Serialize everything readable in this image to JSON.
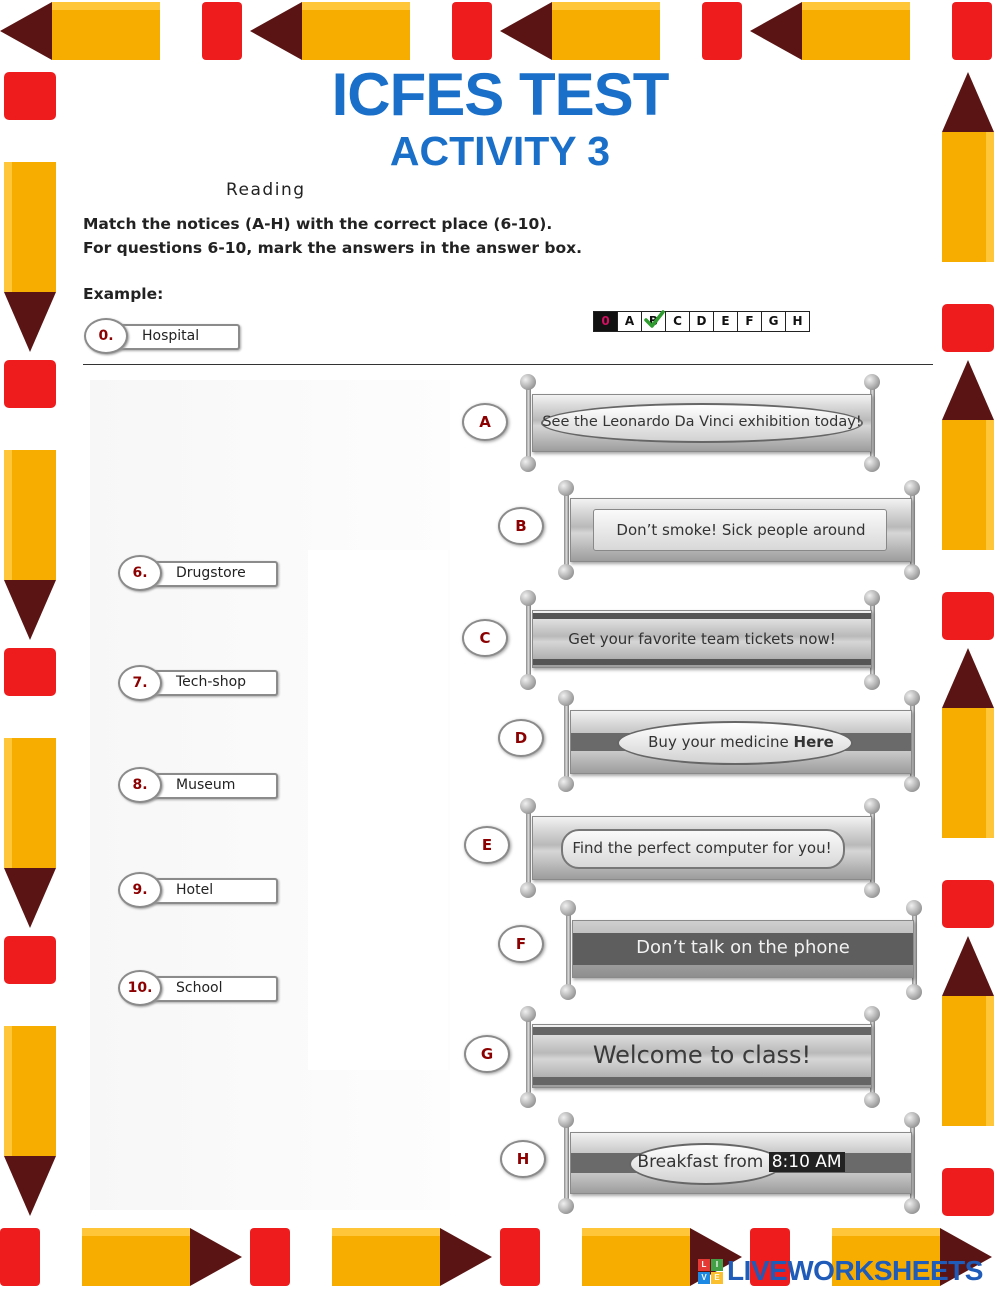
{
  "header": {
    "title": "ICFES TEST",
    "subtitle": "ACTIVITY 3",
    "section": "Reading"
  },
  "instructions": {
    "line1": "Match the notices (A-H) with the correct place (6-10).",
    "line2": "For questions 6-10, mark the answers in the answer box."
  },
  "example": {
    "label": "Example:",
    "number": "0.",
    "place": "Hospital"
  },
  "answer_box": {
    "cells": [
      "0",
      "A",
      "B",
      "C",
      "D",
      "E",
      "F",
      "G",
      "H"
    ],
    "checked": "B"
  },
  "places": [
    {
      "number": "6.",
      "name": "Drugstore"
    },
    {
      "number": "7.",
      "name": "Tech-shop"
    },
    {
      "number": "8.",
      "name": "Museum"
    },
    {
      "number": "9.",
      "name": "Hotel"
    },
    {
      "number": "10.",
      "name": "School"
    }
  ],
  "notices": [
    {
      "letter": "A",
      "text": "See the Leonardo Da Vinci exhibition today!"
    },
    {
      "letter": "B",
      "text": "Don’t smoke! Sick people around"
    },
    {
      "letter": "C",
      "text": "Get your favorite team tickets now!"
    },
    {
      "letter": "D",
      "text_plain": "Buy your medicine ",
      "text_bold": "Here"
    },
    {
      "letter": "E",
      "text": "Find the perfect computer for you!"
    },
    {
      "letter": "F",
      "text": "Don’t talk on the phone"
    },
    {
      "letter": "G",
      "text": "Welcome to class!"
    },
    {
      "letter": "H",
      "text_plain": "Breakfast from ",
      "text_highlight": "8:10 AM"
    }
  ],
  "logo": {
    "squares": [
      "L",
      "I",
      "V",
      "E"
    ],
    "text": "LIVEWORKSHEETS"
  },
  "colors": {
    "title_blue": "#1a6fc9",
    "pencil_body": "#f7ad00",
    "pencil_red": "#ee1c1c",
    "pencil_tip": "#5a1414",
    "circle_text": "#8b0000",
    "check_green": "#2e9c2e",
    "logo_blue": "#1f5bb8"
  }
}
